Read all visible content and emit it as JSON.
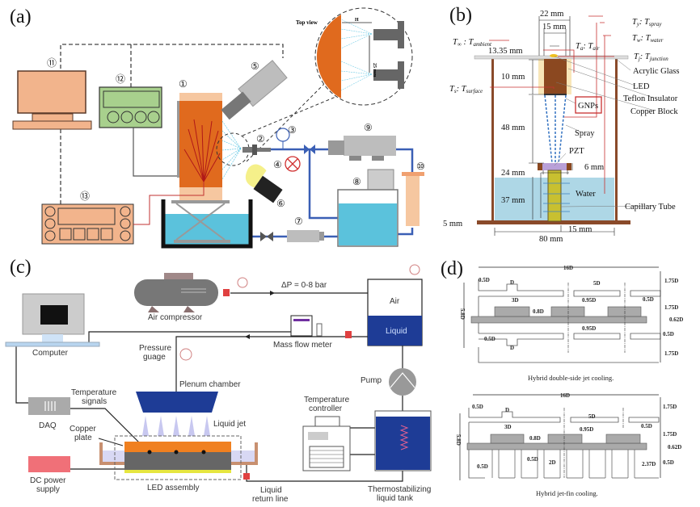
{
  "panel_a": {
    "label": "(a)",
    "numbers": [
      "①",
      "②",
      "③",
      "④",
      "⑤",
      "⑥",
      "⑦",
      "⑧",
      "⑨",
      "⑩",
      "⑪",
      "⑫",
      "⑬"
    ],
    "top_view": "Top view",
    "h_label": "H",
    "spacing_label": "25 mm",
    "colors": {
      "heater": "#e06a1e",
      "water": "#5bc2dc",
      "pipe": "#3a5fb5",
      "computer": "#f2b48c",
      "daq": "#a8d08d"
    }
  },
  "panel_b": {
    "label": "(b)",
    "dims": {
      "d22": "22 mm",
      "d15": "15 mm",
      "d1335": "13.35 mm",
      "d10": "10 mm",
      "d48": "48 mm",
      "d6": "6 mm",
      "d24": "24 mm",
      "d37": "37 mm",
      "d5": "5 mm",
      "d15b": "15 mm",
      "d80": "80 mm"
    },
    "temps": {
      "ambient": [
        "T",
        "∞",
        " : T",
        "ambient"
      ],
      "spray": [
        "T",
        "y",
        ": T",
        "spray"
      ],
      "water": [
        "T",
        "w",
        ": T",
        "water"
      ],
      "air": [
        "T",
        "a",
        ": T",
        "air"
      ],
      "junction": [
        "T",
        "j",
        ": T",
        "junction"
      ],
      "surface": [
        "T",
        "s",
        ": T",
        "surface"
      ]
    },
    "parts": {
      "acrylic": "Acrylic Glass",
      "led": "LED",
      "teflon": "Teflon Insulator",
      "copper": "Copper Block",
      "gnps": "GNPs",
      "spray": "Spray",
      "pzt": "PZT",
      "water": "Water",
      "capillary": "Capillary Tube"
    }
  },
  "panel_c": {
    "label": "(c)",
    "air_compressor": "Air compressor",
    "pressure_range": "ΔP = 0-8 bar",
    "air": "Air",
    "liquid": "Liquid",
    "mass_flow_meter": "Mass flow meter",
    "computer": "Computer",
    "pressure_gauge": [
      "Pressure",
      "guage"
    ],
    "plenum": "Plenum chamber",
    "temp_signals": [
      "Temperature",
      "signals"
    ],
    "daq": "DAQ",
    "copper_plate": [
      "Copper",
      "plate"
    ],
    "liquid_jet": "Liquid jet",
    "dc_power": [
      "DC power",
      "supply"
    ],
    "led_assembly": "LED assembly",
    "return_line": [
      "Liquid",
      "return line"
    ],
    "temp_controller": [
      "Temperature",
      "controller"
    ],
    "pump": "Pump",
    "tank": [
      "Thermostabilizing",
      "liquid tank"
    ]
  },
  "panel_d": {
    "label": "(d)",
    "top": {
      "caption": "Hybrid double-side jet cooling.",
      "dims": {
        "w16": "16D",
        "h175a": "1.75D",
        "h175b": "1.75D",
        "h175c": "1.75D",
        "t062": "0.62D",
        "g05a": "0.5D",
        "g05b": "0.5D",
        "s095a": "0.95D",
        "s095b": "0.95D",
        "p5": "5D",
        "c3": "3D",
        "c08": "0.8D",
        "dn1": "D",
        "dn2": "D",
        "l05a": "0.5D",
        "l05b": "0.5D",
        "h58": "5.8D"
      }
    },
    "bottom": {
      "caption": "Hybrid jet-fin cooling.",
      "dims": {
        "w16": "16D",
        "h175a": "1.75D",
        "h175b": "1.75D",
        "t062": "0.62D",
        "g05a": "0.5D",
        "g05b": "0.5D",
        "s095": "0.95D",
        "p5": "5D",
        "c3": "3D",
        "c08": "0.8D",
        "dn": "D",
        "l05a": "0.5D",
        "l05b": "0.5D",
        "f05": "0.5D",
        "f2": "2D",
        "f237": "2.37D",
        "h58": "5.8D"
      }
    }
  }
}
